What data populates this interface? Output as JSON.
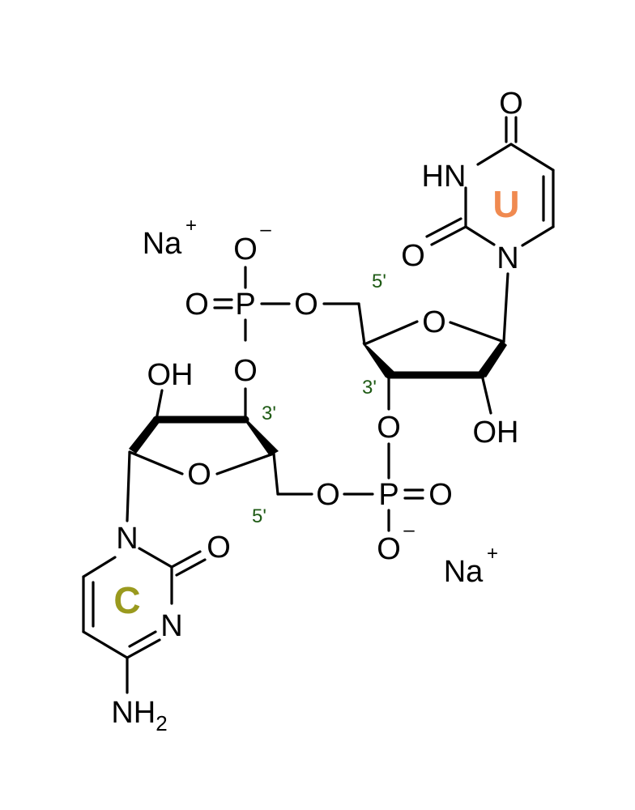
{
  "colors": {
    "uracil": "#f08a50",
    "cytosine": "#9a9a1e",
    "position_labels": "#1e5a14",
    "ink": "#000000"
  },
  "atoms": {
    "o": "O",
    "n": "N",
    "p": "P",
    "hn": "HN",
    "oh": "OH",
    "nh": "NH",
    "nh_sub": "2",
    "na": "Na",
    "plus": "+",
    "minus": "–"
  },
  "positions": {
    "five_prime": "5'",
    "three_prime": "3'"
  },
  "bases": {
    "uracil": "U",
    "cytosine": "C"
  }
}
